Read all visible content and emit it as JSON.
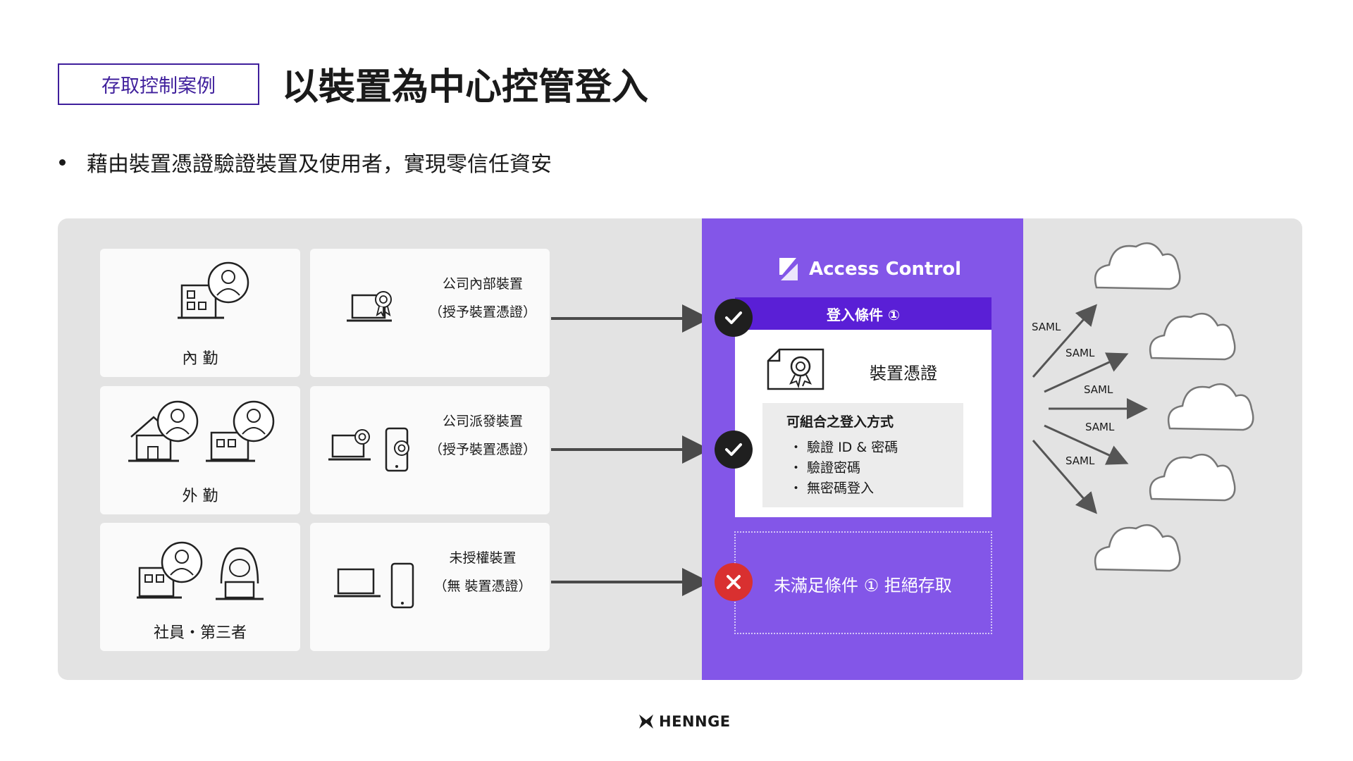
{
  "header": {
    "tag": "存取控制案例",
    "title": "以裝置為中心控管登入",
    "bullet": "藉由裝置憑證驗證裝置及使用者，實現零信任資安"
  },
  "rows": [
    {
      "user": "內 勤",
      "device_line1": "公司內部裝置",
      "device_line2": "（授予裝置憑證）",
      "status": "allow"
    },
    {
      "user": "外 勤",
      "device_line1": "公司派發裝置",
      "device_line2": "（授予裝置憑證）",
      "status": "allow"
    },
    {
      "user": "社員・第三者",
      "device_line1": "未授權裝置",
      "device_line2": "（無 裝置憑證）",
      "status": "deny"
    }
  ],
  "access_control": {
    "brand": "Access Control",
    "condition_title": "登入條件 ①",
    "certificate": "裝置憑證",
    "methods_title": "可組合之登入方式",
    "methods": [
      "・ 驗證 ID & 密碼",
      "・ 驗證密碼",
      "・ 無密碼登入"
    ],
    "deny_text": "未滿足條件 ① 拒絕存取"
  },
  "saml_labels": [
    "SAML",
    "SAML",
    "SAML",
    "SAML",
    "SAML"
  ],
  "footer": {
    "brand": "HENNGE"
  },
  "colors": {
    "purple": "#8356e8",
    "deep_purple": "#5a1fd6",
    "panel_gray": "#e3e3e3",
    "deny_red": "#d93030",
    "check_dark": "#1f1f1f"
  }
}
